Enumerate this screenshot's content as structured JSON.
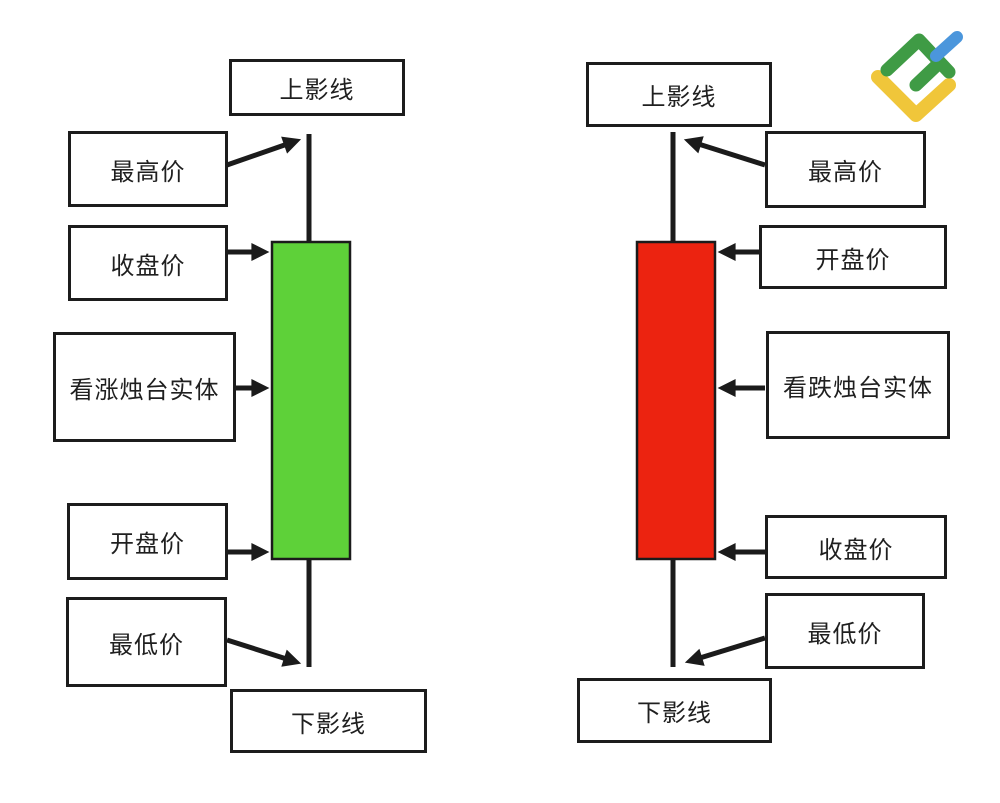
{
  "colors": {
    "bullish": "#5ed139",
    "bearish": "#ec2310",
    "line": "#1b1b1b",
    "logo_green": "#3f9b45",
    "logo_blue": "#4b96dc",
    "logo_yellow": "#f0c63a"
  },
  "bullish": {
    "upper_shadow": "上影线",
    "high": "最高价",
    "close": "收盘价",
    "body": "看涨烛台实体",
    "open": "开盘价",
    "low": "最低价",
    "lower_shadow": "下影线"
  },
  "bearish": {
    "upper_shadow": "上影线",
    "high": "最高价",
    "open": "开盘价",
    "body": "看跌烛台实体",
    "close": "收盘价",
    "low": "最低价",
    "lower_shadow": "下影线"
  }
}
